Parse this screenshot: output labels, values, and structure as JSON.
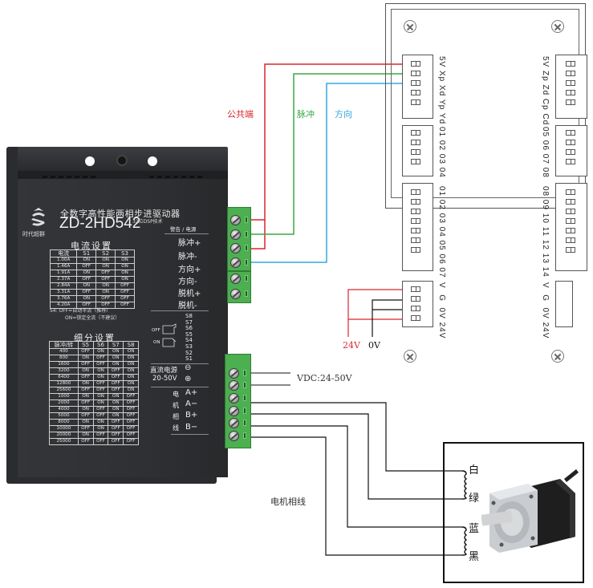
{
  "driver": {
    "title_cn": "全数字高性能两相步进驱动器",
    "model": "ZD-2HD542",
    "model_sub": "32位DSP技术",
    "brand": "时代超群",
    "signal_header": "警告 / 电源",
    "signal_terminals": [
      "脉冲+",
      "脉冲-",
      "方向+",
      "方向-",
      "脱机+",
      "脱机-"
    ],
    "current_table": {
      "title": "电流设置",
      "headers": [
        "电流",
        "S1",
        "S2",
        "S3"
      ],
      "rows": [
        [
          "1.00A",
          "ON",
          "ON",
          "ON"
        ],
        [
          "1.46A",
          "OFF",
          "ON",
          "ON"
        ],
        [
          "1.91A",
          "ON",
          "OFF",
          "ON"
        ],
        [
          "2.37A",
          "OFF",
          "OFF",
          "ON"
        ],
        [
          "2.84A",
          "ON",
          "ON",
          "OFF"
        ],
        [
          "3.31A",
          "OFF",
          "ON",
          "OFF"
        ],
        [
          "3.76A",
          "ON",
          "OFF",
          "OFF"
        ],
        [
          "4.20A",
          "OFF",
          "OFF",
          "OFF"
        ]
      ],
      "note_line1": "S4: OFF=自动半流（推荐）",
      "note_line2": "ON=锁定全流（不建议）"
    },
    "microstep_table": {
      "title": "细分设置",
      "headers": [
        "脉冲/转",
        "S5",
        "S6",
        "S7",
        "S8"
      ],
      "rows": [
        [
          "400",
          "OFF",
          "ON",
          "ON",
          "ON"
        ],
        [
          "800",
          "ON",
          "OFF",
          "ON",
          "ON"
        ],
        [
          "1600",
          "OFF",
          "OFF",
          "ON",
          "ON"
        ],
        [
          "3200",
          "ON",
          "ON",
          "OFF",
          "ON"
        ],
        [
          "6400",
          "OFF",
          "ON",
          "OFF",
          "ON"
        ],
        [
          "12800",
          "ON",
          "OFF",
          "OFF",
          "ON"
        ],
        [
          "25600",
          "OFF",
          "OFF",
          "OFF",
          "ON"
        ],
        [
          "1000",
          "ON",
          "ON",
          "ON",
          "OFF"
        ],
        [
          "2000",
          "OFF",
          "ON",
          "ON",
          "OFF"
        ],
        [
          "4000",
          "ON",
          "OFF",
          "ON",
          "OFF"
        ],
        [
          "5000",
          "OFF",
          "OFF",
          "ON",
          "OFF"
        ],
        [
          "8000",
          "ON",
          "ON",
          "OFF",
          "OFF"
        ],
        [
          "10000",
          "OFF",
          "ON",
          "OFF",
          "OFF"
        ],
        [
          "20000",
          "ON",
          "OFF",
          "OFF",
          "OFF"
        ],
        [
          "25000",
          "OFF",
          "OFF",
          "OFF",
          "OFF"
        ]
      ]
    },
    "dip_legend": {
      "off": "OFF",
      "on": "ON",
      "switches": [
        "S8",
        "S7",
        "S6",
        "S5",
        "S4",
        "S3",
        "S2",
        "S1"
      ]
    },
    "power": {
      "label": "直流电源",
      "range": "20-50V",
      "minus": "⊖",
      "plus": "⊕"
    },
    "motor_phase": {
      "label_chars": [
        "电",
        "机",
        "相",
        "线"
      ],
      "terminals": [
        "A+",
        "A−",
        "B+",
        "B−"
      ]
    }
  },
  "wires": {
    "common_label": "公共端",
    "pulse_label": "脉冲",
    "direction_label": "方向",
    "supply_24v": "24V",
    "supply_0v": "0V",
    "vdc_label": "VDC:24-50V",
    "motor_phase_label": "电机相线",
    "colors": {
      "common": "#d9262c",
      "pulse": "#3aa846",
      "direction": "#33a8e0",
      "power": "#d9262c",
      "ground": "#111111"
    }
  },
  "controller": {
    "conn_a_labels": "5V Xp Xd Yp Yd",
    "conn_b_labels": "01 02 03 04",
    "conn_c_labels": "01 02 03 04 05 06 07",
    "conn_d_labels": "V  G  0V 24V",
    "conn_e_labels": "5V Zp Zd Cp Cd",
    "conn_f_labels": "05 06 07 08",
    "conn_g_labels": "08 09 10 11 12 13 14",
    "conn_h_labels": "V  G  0V 24V"
  },
  "motor": {
    "coil_labels": [
      "白",
      "绿",
      "蓝",
      "黑"
    ]
  }
}
